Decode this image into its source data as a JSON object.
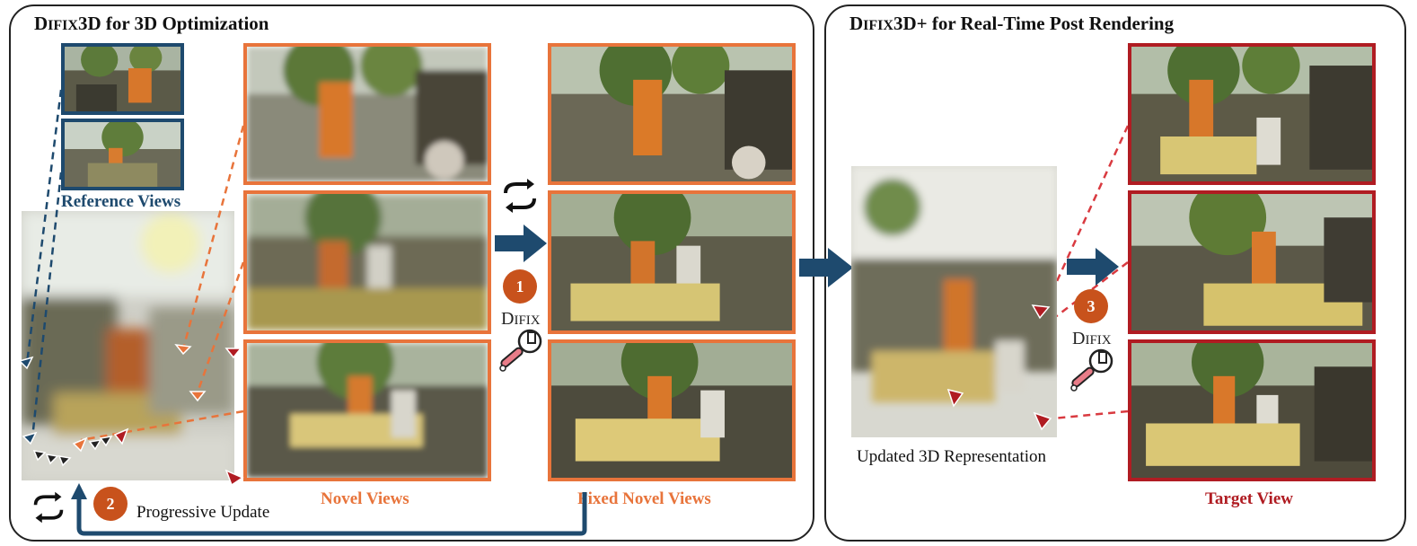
{
  "left_panel": {
    "title_prefix_cap": "D",
    "title_prefix_small": "IFIX",
    "title_rest": "3D for 3D Optimization",
    "reference_label": "Reference Views",
    "novel_label": "Novel Views",
    "fixed_label": "Fixed Novel Views",
    "step1": "1",
    "step2": "2",
    "progressive_label": "Progressive Update",
    "difix_cap": "D",
    "difix_small": "IFIX"
  },
  "right_panel": {
    "title_prefix_cap": "D",
    "title_prefix_small": "IFIX",
    "title_rest": "3D+ for Real-Time Post Rendering",
    "updated_label": "Updated 3D Representation",
    "target_label": "Target View",
    "step3": "3",
    "difix_cap": "D",
    "difix_small": "IFIX"
  },
  "colors": {
    "blue": "#1e4a6e",
    "orange": "#e8743b",
    "red": "#b01c22",
    "step_circle": "#c8521c"
  },
  "icons": [
    "cycle-arrows-icon",
    "right-arrow-icon",
    "wrench-icon"
  ]
}
